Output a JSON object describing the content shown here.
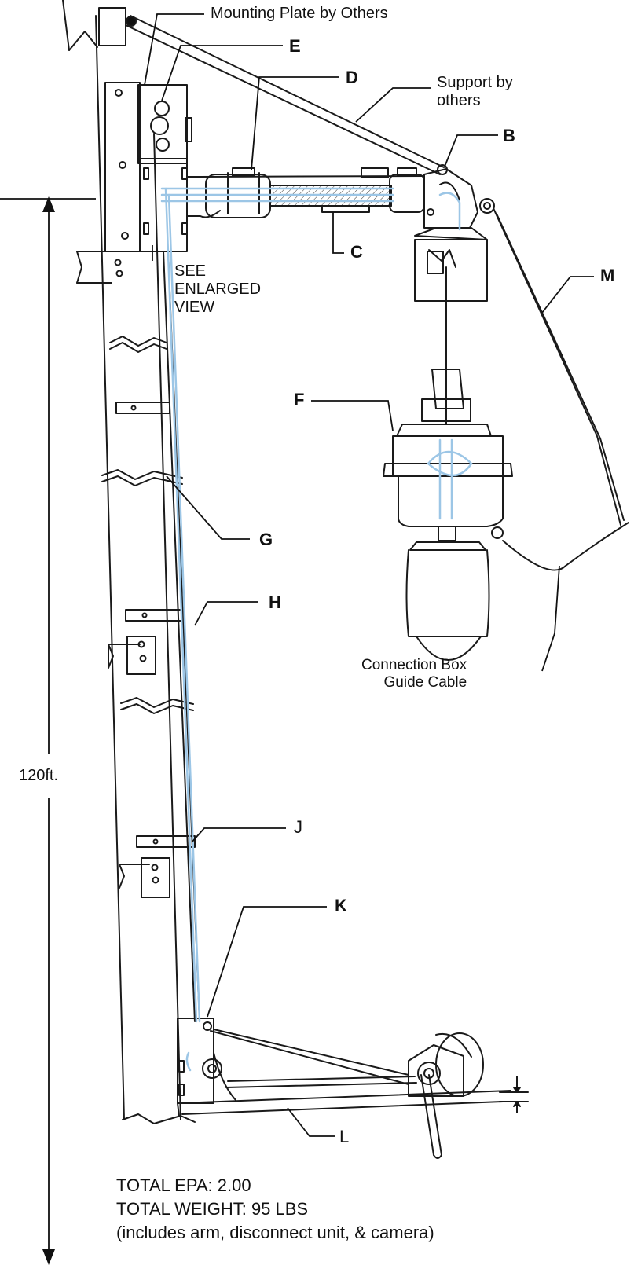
{
  "labels": {
    "mounting_plate": "Mounting Plate by Others",
    "support": "Support by others",
    "support_line1": "Support by",
    "support_line2": "others",
    "see_enlarged_1": "SEE",
    "see_enlarged_2": "ENLARGED",
    "see_enlarged_3": "VIEW",
    "connection_box_1": "Connection Box",
    "connection_box_2": "Guide Cable",
    "height": "120ft."
  },
  "callouts": {
    "B": "B",
    "C": "C",
    "D": "D",
    "E": "E",
    "F": "F",
    "G": "G",
    "H": "H",
    "J": "J",
    "K": "K",
    "L": "L",
    "M": "M"
  },
  "specs": {
    "epa": "TOTAL EPA: 2.00",
    "weight": "TOTAL WEIGHT: 95 LBS",
    "includes": "(includes arm, disconnect unit, & camera)"
  },
  "colors": {
    "ink": "#111111",
    "cable": "#9cc6e6"
  }
}
